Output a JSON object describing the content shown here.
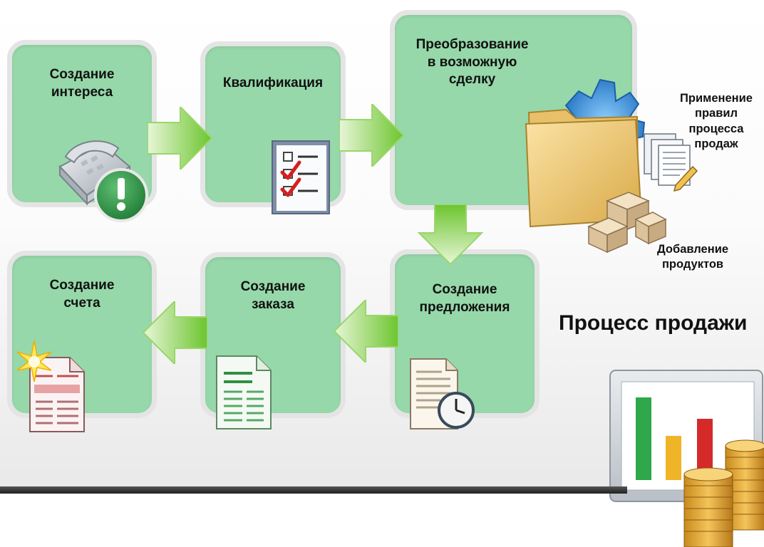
{
  "stages": {
    "lead": "Создание\nинтереса",
    "qualification": "Квалификация",
    "opportunity": "Преобразование\nв возможную\nсделку",
    "quote": "Создание\nпредложения",
    "order": "Создание\nзаказа",
    "invoice": "Создание\nсчета"
  },
  "side_labels": {
    "rules": "Применение\nправил\nпроцесса\nпродаж",
    "products": "Добавление\nпродуктов"
  },
  "title": "Процесс продажи",
  "icons": {
    "lead": "phone-alert-icon",
    "qualification": "checklist-icon",
    "opportunity": "folder-gear-icon",
    "rules": "documents-pencil-icon",
    "products": "boxes-icon",
    "quote": "document-clock-icon",
    "order": "document-green-icon",
    "invoice": "document-star-icon",
    "report": "chart-coins-icon"
  },
  "colors": {
    "box_fill": "#96d8a9",
    "box_border": "#e4e4e4",
    "arrow_green": "#7ccf3a"
  }
}
